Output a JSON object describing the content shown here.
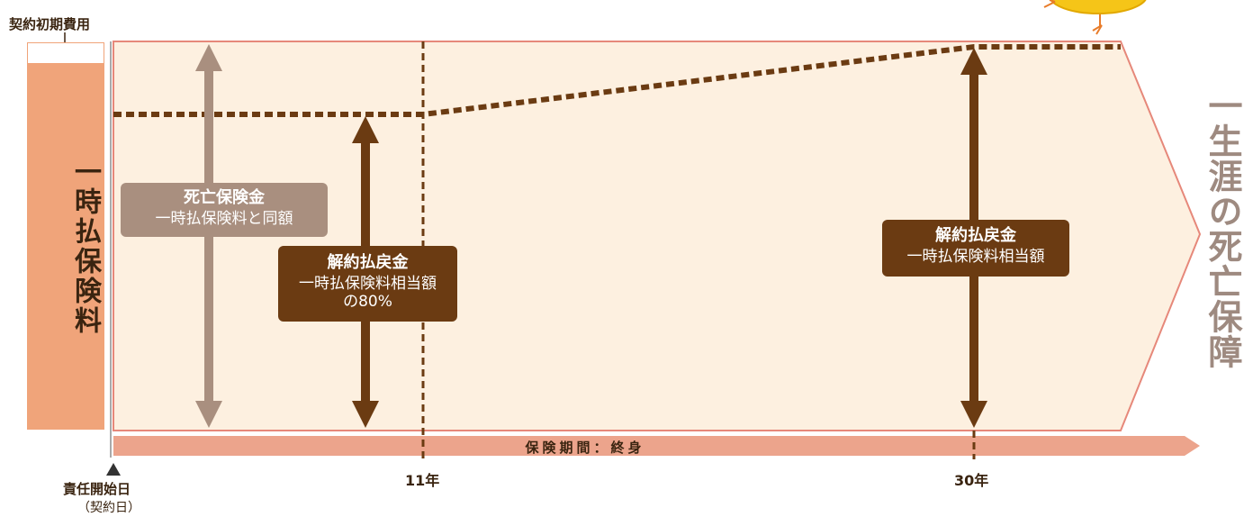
{
  "header": {
    "contract_cost_label": "契約初期費用"
  },
  "premium_column": {
    "label": "一時払保険料"
  },
  "death_benefit": {
    "title": "死亡保険金",
    "subtitle": "一時払保険料と同額"
  },
  "surrender_early": {
    "title": "解約払戻金",
    "line1": "一時払保険料相当額",
    "line2": "の80%"
  },
  "surrender_late": {
    "title": "解約払戻金",
    "line1": "一時払保険料相当額"
  },
  "timeline": {
    "period_label": "保険期間：終身",
    "tick_11": "11年",
    "tick_30": "30年",
    "start_label": "責任開始日",
    "start_sub": "（契約日）"
  },
  "lifetime_label": "一生涯の死亡保障",
  "colors": {
    "premium": "#f0a47a",
    "coverage_fill": "#fdf0e0",
    "coverage_border": "#e6887a",
    "death_arrow": "#a98f7f",
    "surrender": "#6b3b12",
    "period_bar": "#eca48c",
    "mascot": "#f5c518"
  }
}
